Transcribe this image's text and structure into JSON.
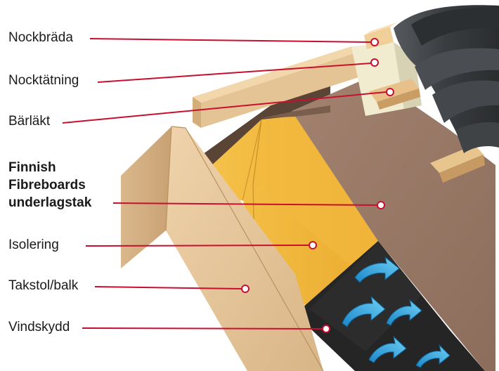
{
  "labels": {
    "nockbrada": "Nockbräda",
    "nocktatning": "Nocktätning",
    "barlakt": "Bärläkt",
    "underlag_line1": "Finnish",
    "underlag_line2": "Fibreboards",
    "underlag_line3": "underlagstak",
    "isolering": "Isolering",
    "takstol": "Takstol/balk",
    "vindskydd": "Vindskydd"
  },
  "colors": {
    "leader_line": "#c8102e",
    "underlay_board": "#9a7b6a",
    "insulation": "#f1b538",
    "timber": "#e6c79f",
    "wind_barrier": "#2b2b2b",
    "roof_tile": "#3a3d40",
    "airflow_arrow": "#27a9e1"
  }
}
